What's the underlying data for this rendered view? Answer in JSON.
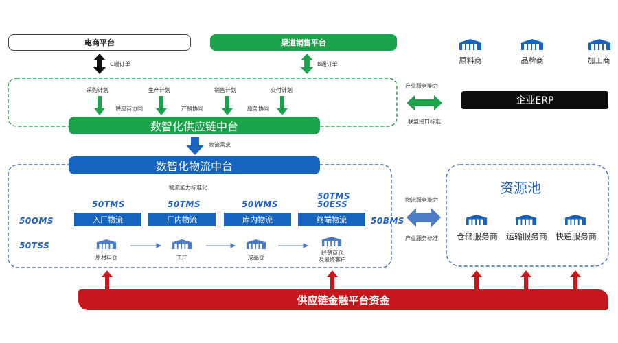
{
  "top": {
    "ecommerce": "电商平台",
    "channel": "渠道销售平台",
    "c_order": "C端订单",
    "b_order": "B端订单"
  },
  "supply_chain": {
    "platform": "数智化供应链中台",
    "plans": [
      "采购计划",
      "生产计划",
      "销售计划",
      "交付计划"
    ],
    "collabs": [
      "供应商协同",
      "产销协同",
      "服务协同"
    ]
  },
  "erp": {
    "label": "企业ERP",
    "cap": "产业服务能力",
    "std": "联盟接口标准"
  },
  "top_right_icons": [
    "原料商",
    "品牌商",
    "加工商"
  ],
  "logistics_demand": "物流需求",
  "logistics": {
    "platform": "数智化物流中台",
    "standard": "物流能力标准化",
    "logos_top": [
      "50TMS",
      "50TMS",
      "50WMS"
    ],
    "logo_stack": [
      "50TMS",
      "50ESS"
    ],
    "logo_left1": "50OMS",
    "logo_left2": "50TSS",
    "logo_right": "50BMS",
    "modules": [
      "入厂物流",
      "厂内物流",
      "库内物流",
      "终端物流"
    ],
    "nodes": [
      "原材料仓",
      "工厂",
      "成品仓",
      "经销商仓\n及最终客户"
    ]
  },
  "middle": {
    "cap": "物流服务能力",
    "std": "产业服务标准"
  },
  "resource_pool": {
    "title": "资源池",
    "items": [
      "仓储服务商",
      "运输服务商",
      "快递服务商"
    ]
  },
  "finance": "供应链金融平台资金",
  "colors": {
    "green": "#1aa34a",
    "blue": "#1565c0",
    "red": "#c8161d",
    "dash_green": "#1aa34a",
    "dash_blue": "#3b6db5"
  }
}
